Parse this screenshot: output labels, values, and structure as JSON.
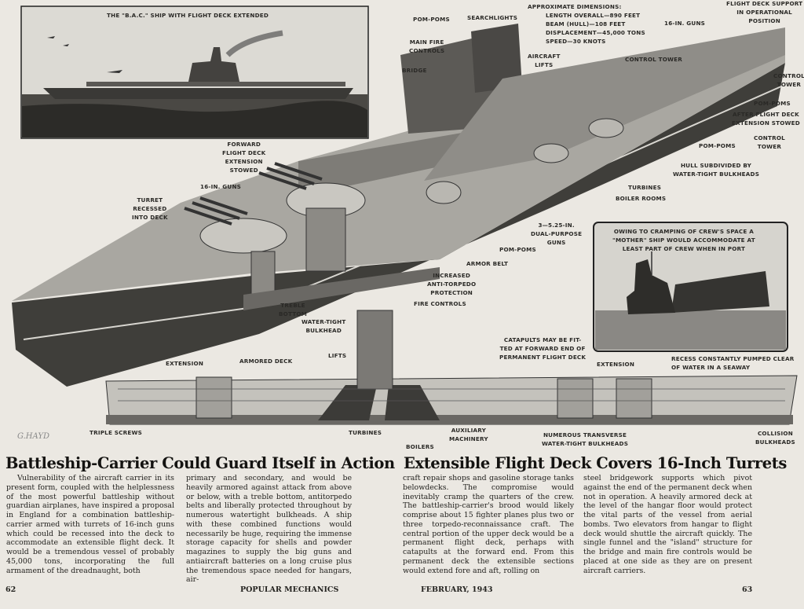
{
  "illustration": {
    "inset_top_caption": "THE \"B.A.C.\" SHIP WITH FLIGHT DECK EXTENDED",
    "inset_port_caption": "OWING TO CRAMPING OF CREW'S SPACE A\n\"MOTHER\" SHIP WOULD ACCOMMODATE AT\nLEAST PART OF CREW WHEN IN PORT",
    "dimensions": {
      "heading": "APPROXIMATE DIMENSIONS:",
      "length": "LENGTH OVERALL—890 FEET",
      "beam": "BEAM (HULL)—108 FEET",
      "displacement": "DISPLACEMENT—45,000 TONS",
      "speed": "SPEED—30 KNOTS"
    },
    "labels": [
      "POM-POMS",
      "SEARCHLIGHTS",
      "FLIGHT DECK SUPPORT\nIN OPERATIONAL\nPOSITION",
      "16-IN. GUNS",
      "MAIN FIRE\nCONTROLS",
      "AIRCRAFT\nLIFTS",
      "BRIDGE",
      "CONTROL TOWER",
      "CONTROL\nTOWER",
      "POM-POMS",
      "AFTER FLIGHT DECK\nEXTENSION STOWED",
      "CONTROL\nTOWER",
      "POM-POMS",
      "HULL SUBDIVIDED BY\nWATER-TIGHT BULKHEADS",
      "TURBINES",
      "BOILER ROOMS",
      "FORWARD\nFLIGHT DECK\nEXTENSION\nSTOWED",
      "16-IN. GUNS",
      "TURRET\nRECESSED\nINTO DECK",
      "3—5.25-IN.\nDUAL-PURPOSE\nGUNS",
      "POM-POMS",
      "ARMOR BELT",
      "INCREASED\nANTI-TORPEDO\nPROTECTION",
      "TREBLE\nBOTTOM",
      "FIRE CONTROLS",
      "WATER-TIGHT\nBULKHEAD",
      "CATAPULTS MAY BE FIT-\nTED AT FORWARD END OF\nPERMANENT FLIGHT DECK",
      "EXTENSION",
      "ARMORED DECK",
      "LIFTS",
      "EXTENSION",
      "RECESS CONSTANTLY PUMPED CLEAR\nOF WATER IN A SEAWAY",
      "TRIPLE SCREWS",
      "TURBINES",
      "BOILERS",
      "AUXILIARY\nMACHINERY",
      "NUMEROUS TRANSVERSE\nWATER-TIGHT BULKHEADS",
      "COLLISION\nBULKHEADS"
    ],
    "signature": "G. HAYD"
  },
  "article": {
    "headline_left": "Battleship-Carrier Could Guard Itself in Action",
    "headline_right": "Extensible Flight Deck Covers 16-Inch Turrets",
    "columns": [
      "Vulnerability of the aircraft carrier in its present form, coupled with the helplessness of the most powerful battleship without guardian airplanes, have inspired a proposal in England for a combination battleship-carrier armed with turrets of 16-inch guns which could be recessed into the deck to accommodate an extensible flight deck. It would be a tremendous vessel of probably 45,000 tons, incorporating the full armament of the dreadnaught, both",
      "primary and secondary, and would be heavily armored against attack from above or below, with a treble bottom, antitorpedo belts and liberally protected throughout by numerous watertight bulkheads. A ship with these combined functions would necessarily be huge, requiring the immense storage capacity for shells and powder magazines to supply the big guns and antiaircraft batteries on a long cruise plus the tremendous space needed for hangars, air-",
      "craft repair shops and gasoline storage tanks belowdecks. The compromise would inevitably cramp the quarters of the crew. The battleship-carrier's brood would likely comprise about 15 fighter planes plus two or three torpedo-reconnaissance craft. The central portion of the upper deck would be a permanent flight deck, perhaps with catapults at the forward end. From this permanent deck the extensible sections would extend fore and aft, rolling on",
      "steel bridgework supports which pivot against the end of the permanent deck when not in operation. A heavily armored deck at the level of the hangar floor would protect the vital parts of the vessel from aerial bombs. Two elevators from hangar to flight deck would shuttle the aircraft quickly. The single funnel and the \"island\" structure for the bridge and main fire controls would be placed at one side as they are on present aircraft carriers."
    ]
  },
  "footer": {
    "page_left": "62",
    "magazine": "POPULAR MECHANICS",
    "date": "FEBRUARY, 1943",
    "page_right": "63"
  }
}
